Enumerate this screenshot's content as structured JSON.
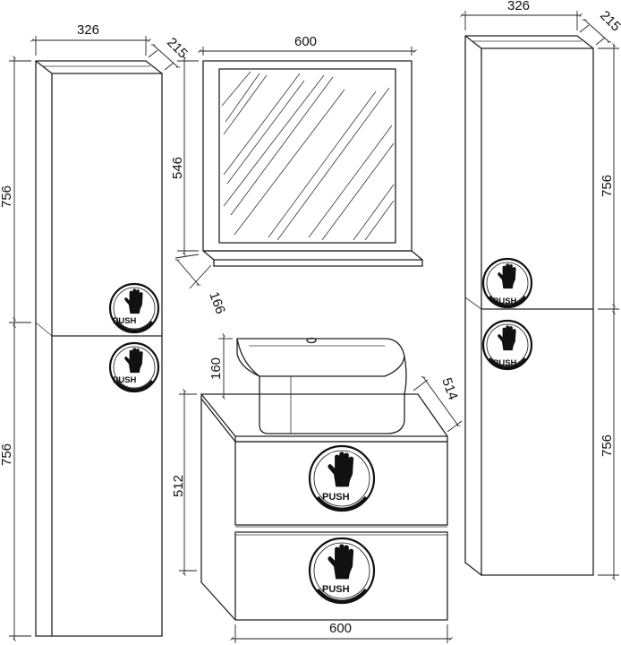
{
  "dimensions": {
    "left_cabinet": {
      "width": "326",
      "depth": "215",
      "upper_height": "756",
      "lower_height": "756"
    },
    "mirror": {
      "width": "600",
      "height": "546",
      "shelf_depth": "166"
    },
    "washbasin": {
      "height": "160"
    },
    "vanity": {
      "depth": "514",
      "height": "512",
      "width": "600"
    },
    "right_cabinet": {
      "width": "326",
      "depth": "215",
      "upper_height": "756",
      "lower_height": "756"
    }
  },
  "push_badges": [
    {
      "label": "PUSH"
    },
    {
      "label": "PUSH"
    },
    {
      "label": "PUSH"
    },
    {
      "label": "PUSH"
    },
    {
      "label": "PUSH"
    },
    {
      "label": "PUSH"
    }
  ]
}
